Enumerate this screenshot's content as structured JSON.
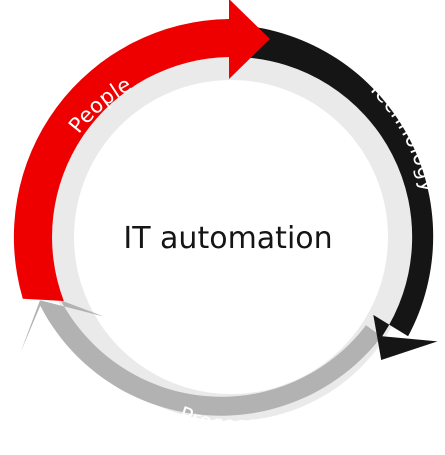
{
  "center": {
    "title": "IT automation"
  },
  "segments": [
    {
      "id": "people",
      "label": "People",
      "color": "#ee0000"
    },
    {
      "id": "technology",
      "label": "Technology",
      "color": "#151515"
    },
    {
      "id": "processes",
      "label": "Processes",
      "color": "#b2b2b2"
    }
  ],
  "colors": {
    "inner_ring": "#eaeaeb",
    "center_fill": "#ffffff",
    "label_text": "#ffffff",
    "center_text": "#151515"
  }
}
